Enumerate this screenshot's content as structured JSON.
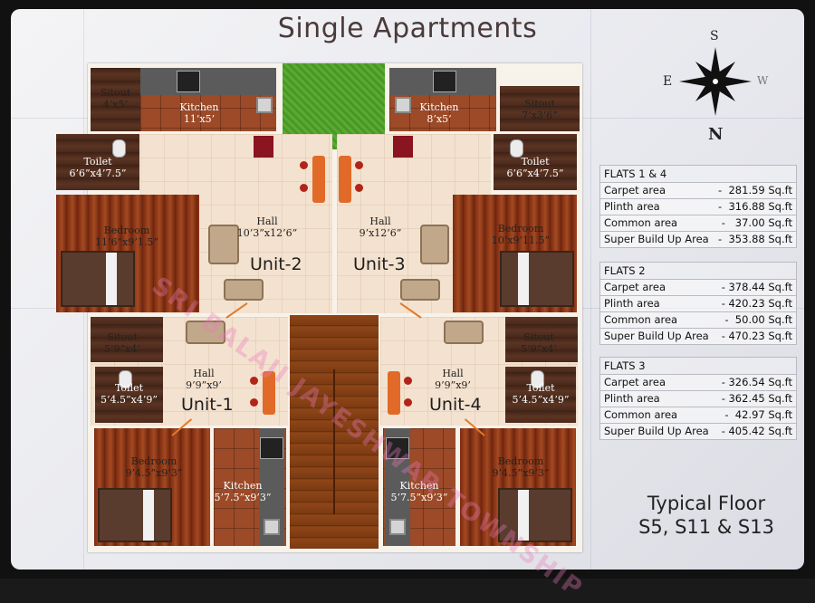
{
  "title": "Single Apartments",
  "compass": {
    "n": "N",
    "s": "S",
    "e": "E",
    "w": "W"
  },
  "rooms": {
    "kitchen_top_left": {
      "name": "Kitchen",
      "dim": "11’x5’"
    },
    "kitchen_top_right": {
      "name": "Kitchen",
      "dim": "8’x5’"
    },
    "sitout_top_left": {
      "name": "Sitout",
      "dim": "4’x5’"
    },
    "sitout_top_right": {
      "name": "Sitout",
      "dim": "7’x3’6”"
    },
    "toilet_top_left": {
      "name": "Toilet",
      "dim": "6’6”x4’7.5”"
    },
    "toilet_top_right": {
      "name": "Toilet",
      "dim": "6’6”x4’7.5”"
    },
    "hall_unit2": {
      "name": "Hall",
      "dim": "10’3”x12’6”"
    },
    "hall_unit3": {
      "name": "Hall",
      "dim": "9’x12’6”"
    },
    "bedroom_unit2": {
      "name": "Bedroom",
      "dim": "11’6”x9’1.5”"
    },
    "bedroom_unit3": {
      "name": "Bedroom",
      "dim": "10’x9’11.5”"
    },
    "sitout_mid_left": {
      "name": "Sitout",
      "dim": "5’9”x4’"
    },
    "sitout_mid_right": {
      "name": "Sitout",
      "dim": "5’9”x4’"
    },
    "toilet_unit1": {
      "name": "Toilet",
      "dim": "5’4.5”x4’9”"
    },
    "toilet_unit4": {
      "name": "Toilet",
      "dim": "5’4.5”x4’9”"
    },
    "hall_unit1": {
      "name": "Hall",
      "dim": "9’9”x9’"
    },
    "hall_unit4": {
      "name": "Hall",
      "dim": "9’9”x9’"
    },
    "bedroom_unit1": {
      "name": "Bedroom",
      "dim": "9’4.5”x9’3”"
    },
    "bedroom_unit4": {
      "name": "Bedroom",
      "dim": "9’4.5”x9’3”"
    },
    "kitchen_unit1": {
      "name": "Kitchen",
      "dim": "5’7.5”x9’3”"
    },
    "kitchen_unit4": {
      "name": "Kitchen",
      "dim": "5’7.5”x9’3”"
    }
  },
  "units": {
    "u1": "Unit-1",
    "u2": "Unit-2",
    "u3": "Unit-3",
    "u4": "Unit-4"
  },
  "watermark": "SRI BALAJI JAYESHWAR TOWNSHIP",
  "tables": [
    {
      "heading": "FLATS 1 & 4",
      "rows": [
        {
          "k": "Carpet area",
          "v": "-  281.59 Sq.ft"
        },
        {
          "k": "Plinth area",
          "v": "-  316.88 Sq.ft"
        },
        {
          "k": "Common area",
          "v": "-   37.00 Sq.ft"
        },
        {
          "k": "Super Build Up Area",
          "v": "-  353.88 Sq.ft"
        }
      ]
    },
    {
      "heading": "FLATS 2",
      "rows": [
        {
          "k": "Carpet area",
          "v": "- 378.44 Sq.ft"
        },
        {
          "k": "Plinth area",
          "v": "- 420.23 Sq.ft"
        },
        {
          "k": "Common area",
          "v": "-  50.00 Sq.ft"
        },
        {
          "k": "Super Build Up Area",
          "v": "- 470.23 Sq.ft"
        }
      ]
    },
    {
      "heading": "FLATS 3",
      "rows": [
        {
          "k": "Carpet area",
          "v": "- 326.54 Sq.ft"
        },
        {
          "k": "Plinth area",
          "v": "- 362.45 Sq.ft"
        },
        {
          "k": "Common area",
          "v": "-  42.97 Sq.ft"
        },
        {
          "k": "Super Build Up Area",
          "v": "- 405.42 Sq.ft"
        }
      ]
    }
  ],
  "footer": {
    "line1": "Typical Floor",
    "line2": "S5, S11 & S13"
  }
}
